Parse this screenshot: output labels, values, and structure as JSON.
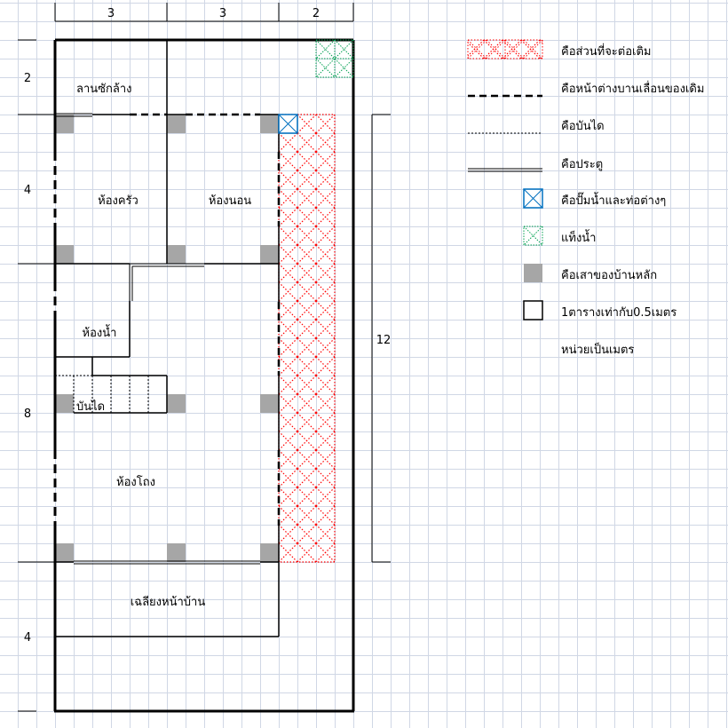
{
  "dimensions": {
    "top": [
      "3",
      "3",
      "2"
    ],
    "left": [
      "2",
      "4",
      "8",
      "4"
    ],
    "right": "12"
  },
  "rooms": {
    "laundry": "ลานซักล้าง",
    "kitchen": "ห้องครัว",
    "bedroom": "ห้องนอน",
    "bathroom": "ห้องน้ำ",
    "stairs": "บันได",
    "hall": "ห้องโถง",
    "porch": "เฉลียงหน้าบ้าน"
  },
  "legend": [
    {
      "icon": "extension-hatch",
      "label": "คือส่วนที่จะต่อเติม",
      "color": "#ff0000"
    },
    {
      "icon": "dashed-line",
      "label": "คือหน้าต่างบานเลื่อนของเดิม"
    },
    {
      "icon": "dotted-line",
      "label": "คือบันได"
    },
    {
      "icon": "double-line",
      "label": "คือประตู"
    },
    {
      "icon": "blue-cross-box",
      "label": "คือปั๊มน้ำและท่อต่างๆ",
      "color": "#0070c0"
    },
    {
      "icon": "green-cross-box",
      "label": "แท็งน้ำ",
      "color": "#00a050"
    },
    {
      "icon": "gray-square",
      "label": "คือเสาของบ้านหลัก",
      "color": "#a6a6a6"
    },
    {
      "icon": "empty-square",
      "label": "1ตารางเท่ากับ0.5เมตร"
    },
    {
      "icon": "none",
      "label": "หน่วยเป็นเมตร"
    }
  ]
}
